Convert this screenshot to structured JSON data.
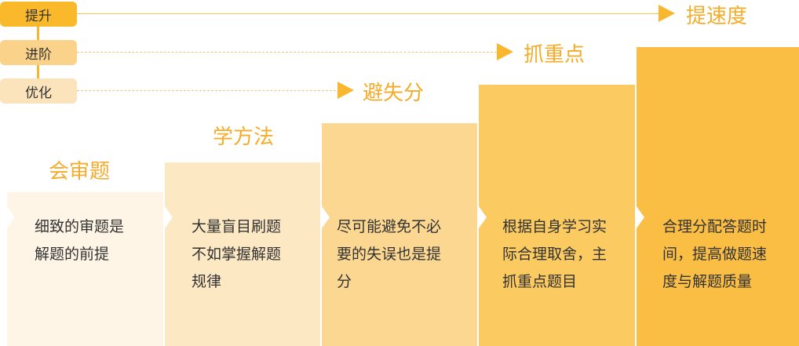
{
  "tags": [
    "提升",
    "进阶",
    "优化"
  ],
  "levels": [
    "提速度",
    "抓重点",
    "避失分"
  ],
  "steps": [
    {
      "title": "会审题",
      "desc": [
        "细致的审题是",
        "解题的前提"
      ],
      "color": "#fef5e6"
    },
    {
      "title": "学方法",
      "desc": [
        "大量盲目刷题",
        "不如掌握解题",
        "规律"
      ],
      "color": "#fde8c4"
    },
    {
      "title": "",
      "desc": [
        "尽可能避免不必",
        "要的失误也是提",
        "分"
      ],
      "color": "#fbd792"
    },
    {
      "title": "",
      "desc": [
        "根据自身学习实",
        "际合理取舍，主",
        "抓重点题目"
      ],
      "color": "#fbca60"
    },
    {
      "title": "",
      "desc": [
        "合理分配答题时",
        "间，提高做题速",
        "度与解题质量"
      ],
      "color": "#fbbe45"
    }
  ]
}
